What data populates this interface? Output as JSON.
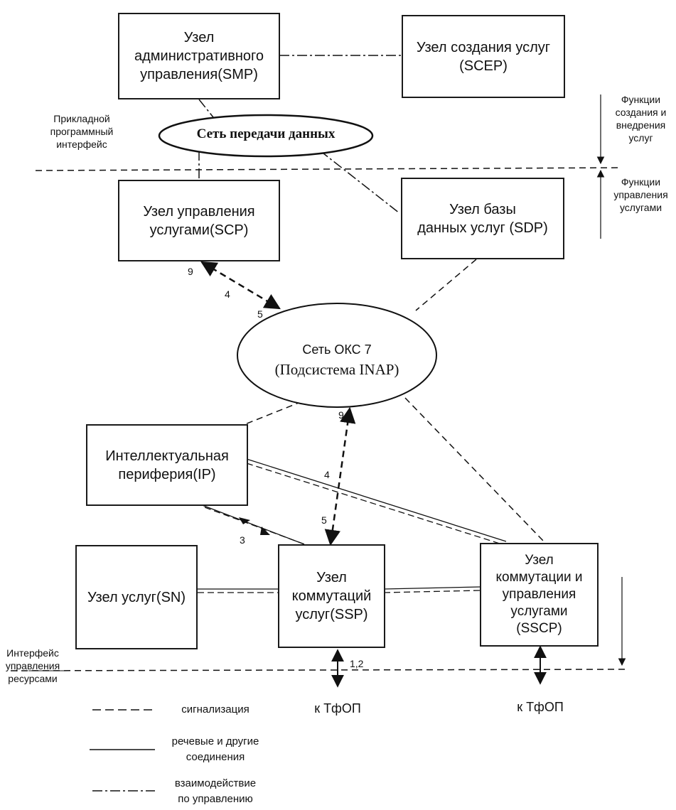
{
  "nodes": {
    "smp": [
      "Узел",
      "административного",
      "управления(SMP)"
    ],
    "scep": [
      "Узел создания услуг",
      "(SCEP)"
    ],
    "scp": [
      "Узел управления",
      "услугами(SCP)"
    ],
    "sdp": [
      "Узел базы",
      "данных услуг (SDP)"
    ],
    "ip": [
      "Интеллектуальная",
      "периферия(IP)"
    ],
    "sn": [
      "Узел услуг(SN)"
    ],
    "ssp": [
      "Узел",
      "коммутаций",
      "услуг(SSP)"
    ],
    "sscp": [
      "Узел",
      "коммутации и",
      "управления",
      "услугами",
      "(SSCP)"
    ]
  },
  "networks": {
    "data_network": "Сеть передачи данных",
    "oks7_line1": "Сеть ОКС 7",
    "oks7_line2": "(Подсистема INAP)"
  },
  "side_labels": {
    "api": [
      "Прикладной",
      "программный",
      "интерфейс"
    ],
    "creation": [
      "Функции",
      "создания и",
      "внедрения",
      "услуг"
    ],
    "management": [
      "Функции",
      "управления",
      "услугами"
    ],
    "resource_interface": [
      "Интерфейс",
      "управления",
      "ресурсами"
    ]
  },
  "numbers": {
    "n9_scp": "9",
    "n4_scp": "4",
    "n5_scp": "5",
    "n9_ssp": "9",
    "n4_ssp": "4",
    "n5_ssp": "5",
    "n3": "3",
    "n12": "1,2"
  },
  "pstn": {
    "ssp": "к ТфОП",
    "sscp": "к ТфОП"
  },
  "legend": {
    "signaling": "сигнализация",
    "speech": [
      "речевые и другие",
      "соединения"
    ],
    "control": [
      "взаимодействие",
      "по управлению"
    ]
  }
}
